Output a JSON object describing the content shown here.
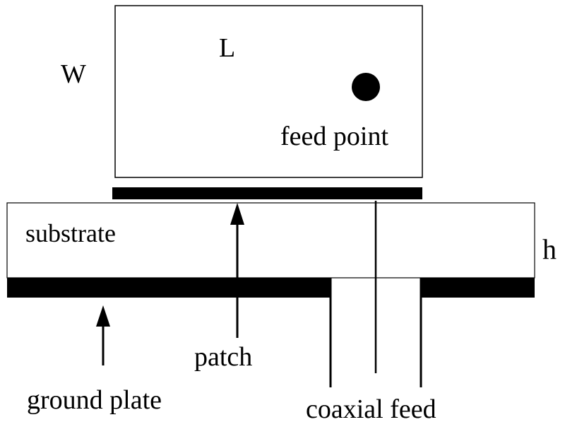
{
  "labels": {
    "width": "W",
    "length": "L",
    "feed_point": "feed point",
    "substrate": "substrate",
    "height": "h",
    "patch": "patch",
    "ground_plate": "ground plate",
    "coaxial_feed": "coaxial feed"
  },
  "colors": {
    "line": "#000000",
    "fill": "#000000",
    "background": "#ffffff"
  }
}
